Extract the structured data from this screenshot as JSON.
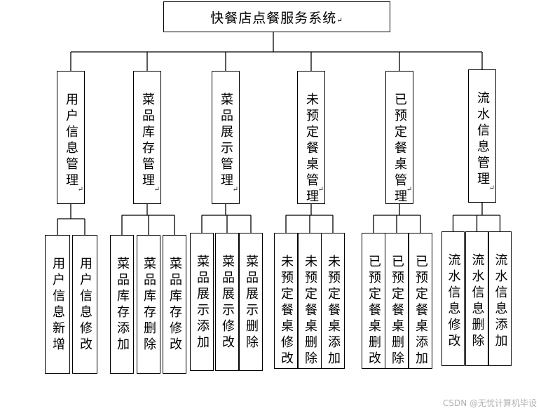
{
  "root": {
    "title": "快餐店点餐服务系统"
  },
  "modules": [
    {
      "label": "用户信息管理",
      "children": [
        "用户信息新增",
        "用户信息修改"
      ]
    },
    {
      "label": "菜品库存管理",
      "children": [
        "菜品库存添加",
        "菜品库存删除",
        "菜品库存修改"
      ]
    },
    {
      "label": "菜品展示管理",
      "children": [
        "菜品展示添加",
        "菜品展示修改",
        "菜品展示删除"
      ]
    },
    {
      "label": "未预定餐桌管理",
      "children": [
        "未预定餐桌修改",
        "未预定餐桌删除",
        "未预定餐桌添加"
      ]
    },
    {
      "label": "已预定餐桌管理",
      "children": [
        "已预定餐桌删改",
        "已预定餐桌删除",
        "已预定餐桌添加"
      ]
    },
    {
      "label": "流水信息管理",
      "children": [
        "流水信息修改",
        "流水信息删除",
        "流水信息添加"
      ]
    }
  ],
  "return_mark": "↵",
  "watermark": "CSDN @无忧计算机毕设"
}
